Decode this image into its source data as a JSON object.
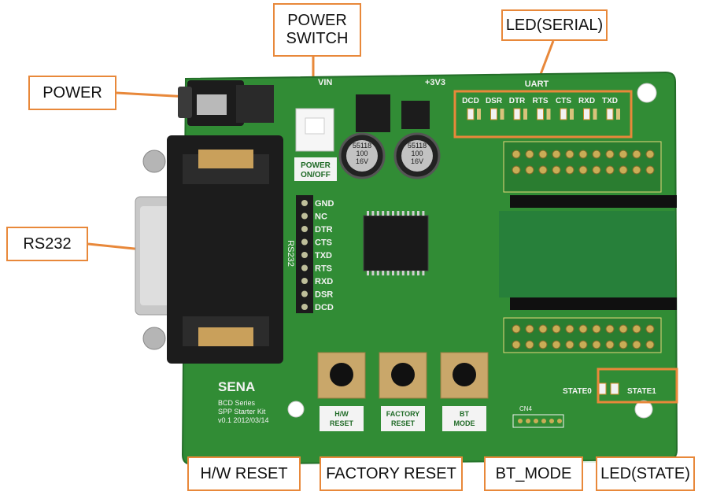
{
  "colors": {
    "board": "#2f8a34",
    "board_dark": "#1f6a26",
    "callout_border": "#e8883a",
    "silk": "#f3f3f3",
    "connector": "#1c1c1c"
  },
  "callouts": {
    "power": "POWER",
    "power_switch": "POWER\nSWITCH",
    "led_serial": "LED(SERIAL)",
    "rs232": "RS232",
    "hw_reset": "H/W RESET",
    "factory_reset": "FACTORY RESET",
    "bt_mode": "BT_MODE",
    "led_state": "LED(STATE)"
  },
  "board": {
    "uart_label": "UART",
    "serial_leds": [
      "DCD",
      "DSR",
      "DTR",
      "RTS",
      "CTS",
      "RXD",
      "TXD"
    ],
    "rs232_pins": [
      "GND",
      "NC",
      "DTR",
      "CTS",
      "TXD",
      "RTS",
      "RXD",
      "DSR",
      "DCD"
    ],
    "rs232_vertical": "RS232",
    "vin_label": "VIN",
    "v33_label": "+3V3",
    "power_onoff_1": "POWER",
    "power_onoff_2": "ON/OFF",
    "capacitor_text": [
      "55118",
      "100",
      "16V"
    ],
    "brand": "SENA",
    "series_lines": [
      "BCD Series",
      "SPP Starter Kit",
      "v0.1 2012/03/14"
    ],
    "button_labels": [
      {
        "l1": "H/W",
        "l2": "RESET"
      },
      {
        "l1": "FACTORY",
        "l2": "RESET"
      },
      {
        "l1": "BT",
        "l2": "MODE"
      }
    ],
    "state0": "STATE0",
    "state1": "STATE1",
    "cn4": "CN4"
  }
}
